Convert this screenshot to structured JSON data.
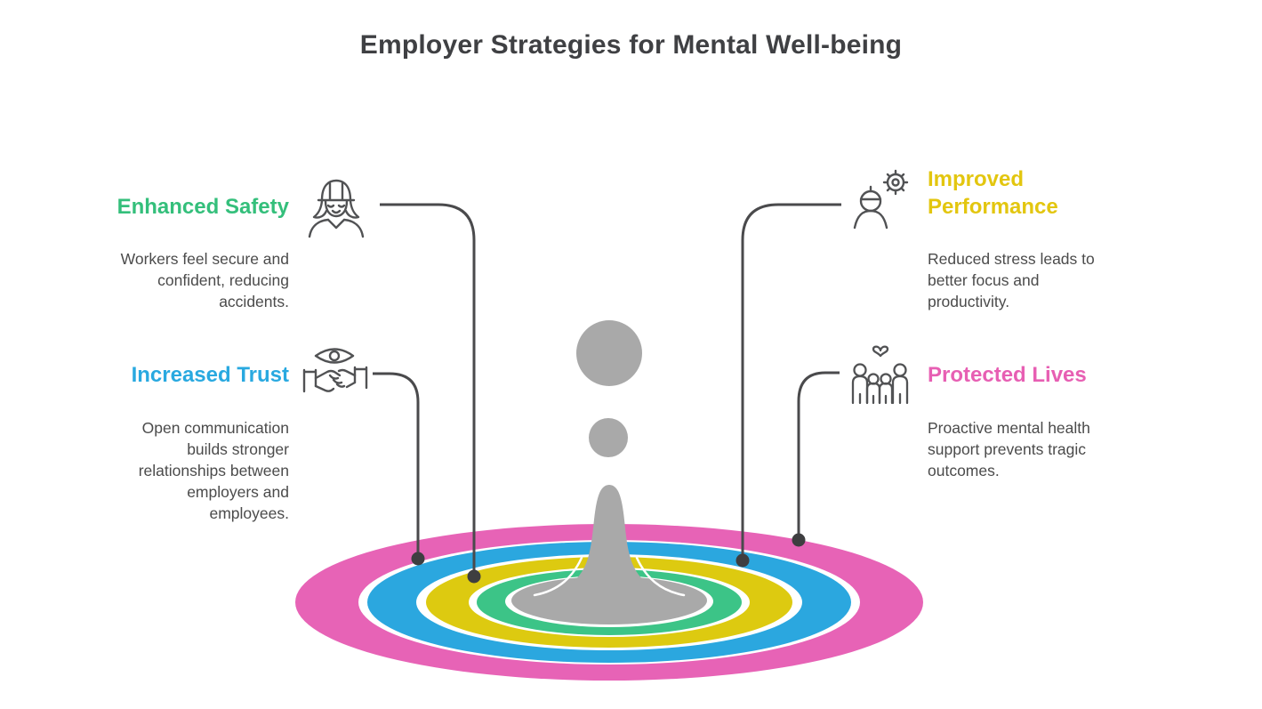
{
  "title": {
    "text": "Employer Strategies for Mental Well-being",
    "color": "#3f4043"
  },
  "items": [
    {
      "id": "enhanced-safety",
      "heading": "Enhanced Safety",
      "description": "Workers feel secure and confident, reducing accidents.",
      "color": "#34bf7b",
      "icon": "construction-worker-icon",
      "ring": "green"
    },
    {
      "id": "increased-trust",
      "heading": "Increased Trust",
      "description": "Open communication builds stronger relationships between employers and employees.",
      "color": "#29a9e0",
      "icon": "eye-handshake-icon",
      "ring": "blue"
    },
    {
      "id": "improved-performance",
      "heading": "Improved Performance",
      "description": "Reduced stress leads to better focus and productivity.",
      "color": "#e3c60f",
      "icon": "person-gear-icon",
      "ring": "yellow"
    },
    {
      "id": "protected-lives",
      "heading": "Protected Lives",
      "description": "Proactive mental health support prevents tragic outcomes.",
      "color": "#e75fb3",
      "icon": "people-heart-icon",
      "ring": "pink"
    }
  ],
  "ripple": {
    "rings": [
      {
        "name": "pink",
        "color": "#e763b6"
      },
      {
        "name": "blue",
        "color": "#2ba7df"
      },
      {
        "name": "yellow",
        "color": "#ddca10"
      },
      {
        "name": "green",
        "color": "#3cc487"
      }
    ],
    "splash_color": "#a9a9a9"
  },
  "connector_color": "#4a4a4c",
  "dot_color": "#3e3e40",
  "body_text_color": "#4b4b4b",
  "icon_color": "#515254"
}
